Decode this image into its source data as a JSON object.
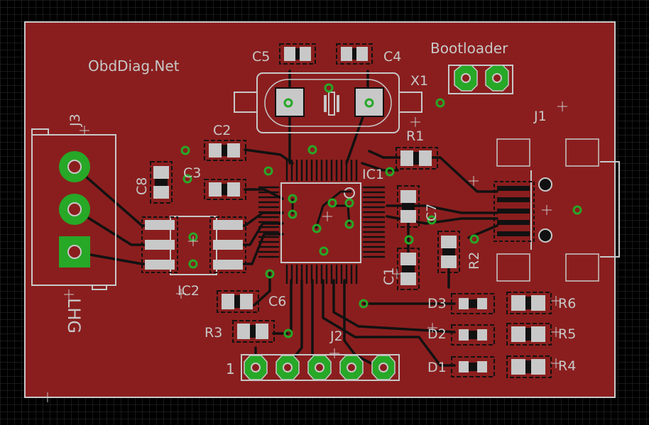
{
  "board": {
    "silk_text": "ObdDiag.Net",
    "bootloader_label": "Bootloader",
    "rotated_label": "LHG",
    "pin1_marker": "1"
  },
  "components": {
    "C1": "C1",
    "C2": "C2",
    "C3": "C3",
    "C4": "C4",
    "C5": "C5",
    "C6": "C6",
    "C7": "C7",
    "C8": "C8",
    "R1": "R1",
    "R2": "R2",
    "R3": "R3",
    "R4": "R4",
    "R5": "R5",
    "R6": "R6",
    "D1": "D1",
    "D2": "D2",
    "D3": "D3",
    "IC1": "IC1",
    "IC2": "IC2",
    "J1": "J1",
    "J2": "J2",
    "J3": "J3",
    "X1": "X1"
  },
  "colors": {
    "background": "#000000",
    "grid": "#2e2e2e",
    "board_fill": "#8a1e1e",
    "board_outline": "#c8c8c8",
    "trace": "#000000",
    "silkscreen": "#c8c8c8",
    "pad": "#c8c8c8",
    "via": "#27a827"
  }
}
